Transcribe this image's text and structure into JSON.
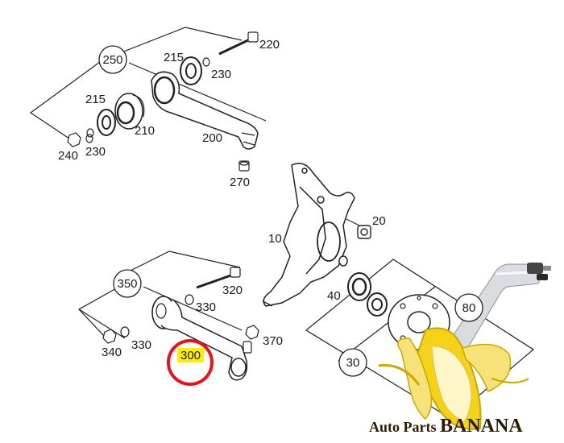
{
  "diagram": {
    "part_labels": [
      "220",
      "215",
      "230",
      "215",
      "210",
      "230",
      "240",
      "200",
      "270",
      "20",
      "10",
      "320",
      "330",
      "340",
      "330",
      "370",
      "300",
      "40",
      "80",
      "30"
    ],
    "group_labels": [
      "250",
      "350"
    ],
    "highlight": {
      "label": "300",
      "marker_color": "#e8121b",
      "highlight_color": "#ffee00"
    },
    "brand": {
      "text_a": "Auto Parts ",
      "text_b": "BANANA"
    },
    "colors": {
      "line": "#222222",
      "brand_text": "#2a1a00",
      "banana": "#f5d21a",
      "brand_shadow": "#c9a800"
    }
  }
}
